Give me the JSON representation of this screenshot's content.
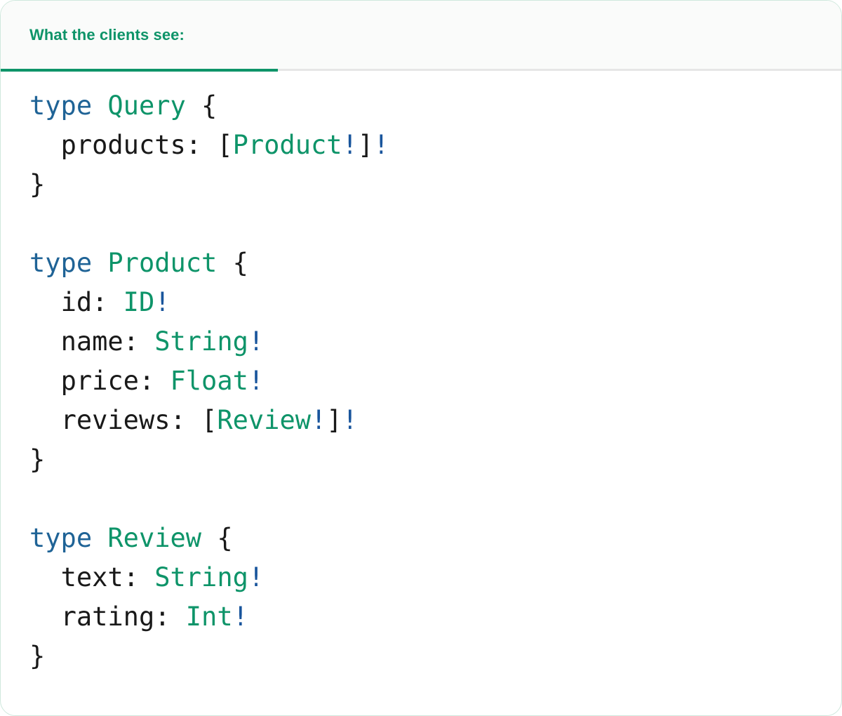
{
  "card": {
    "accent_color": "#0e9469",
    "border_color": "#cfe8dd",
    "background": "#ffffff"
  },
  "header": {
    "title": "What the clients see:",
    "background": "#fafbfa",
    "title_color": "#0e9469",
    "indicator_color": "#0e9469",
    "rule_color": "#e6e6e6"
  },
  "code": {
    "language": "graphql",
    "font": "monospace",
    "colors": {
      "keyword": "#1f6396",
      "type_name": "#0e9469",
      "field_name": "#191919",
      "punctuation": "#191919",
      "non_null_bang": "#19559c"
    },
    "raw_text": "type Query {\n  products: [Product!]!\n}\n\ntype Product {\n  id: ID!\n  name: String!\n  price: Float!\n  reviews: [Review!]!\n}\n\ntype Review {\n  text: String!\n  rating: Int!\n}",
    "lines": [
      {
        "id": "l1",
        "tokens": [
          {
            "t": "type",
            "c": "kw"
          },
          {
            "t": " ",
            "c": "punc"
          },
          {
            "t": "Query",
            "c": "type"
          },
          {
            "t": " {",
            "c": "punc"
          }
        ]
      },
      {
        "id": "l2",
        "tokens": [
          {
            "t": "  ",
            "c": "punc"
          },
          {
            "t": "products:",
            "c": "field"
          },
          {
            "t": " [",
            "c": "punc"
          },
          {
            "t": "Product",
            "c": "type"
          },
          {
            "t": "!",
            "c": "bang"
          },
          {
            "t": "]",
            "c": "punc"
          },
          {
            "t": "!",
            "c": "bang"
          }
        ]
      },
      {
        "id": "l3",
        "tokens": [
          {
            "t": "}",
            "c": "punc"
          }
        ]
      },
      {
        "id": "l4",
        "tokens": []
      },
      {
        "id": "l5",
        "tokens": [
          {
            "t": "type",
            "c": "kw"
          },
          {
            "t": " ",
            "c": "punc"
          },
          {
            "t": "Product",
            "c": "type"
          },
          {
            "t": " {",
            "c": "punc"
          }
        ]
      },
      {
        "id": "l6",
        "tokens": [
          {
            "t": "  ",
            "c": "punc"
          },
          {
            "t": "id:",
            "c": "field"
          },
          {
            "t": " ",
            "c": "punc"
          },
          {
            "t": "ID",
            "c": "type"
          },
          {
            "t": "!",
            "c": "bang"
          }
        ]
      },
      {
        "id": "l7",
        "tokens": [
          {
            "t": "  ",
            "c": "punc"
          },
          {
            "t": "name:",
            "c": "field"
          },
          {
            "t": " ",
            "c": "punc"
          },
          {
            "t": "String",
            "c": "type"
          },
          {
            "t": "!",
            "c": "bang"
          }
        ]
      },
      {
        "id": "l8",
        "tokens": [
          {
            "t": "  ",
            "c": "punc"
          },
          {
            "t": "price:",
            "c": "field"
          },
          {
            "t": " ",
            "c": "punc"
          },
          {
            "t": "Float",
            "c": "type"
          },
          {
            "t": "!",
            "c": "bang"
          }
        ]
      },
      {
        "id": "l9",
        "tokens": [
          {
            "t": "  ",
            "c": "punc"
          },
          {
            "t": "reviews:",
            "c": "field"
          },
          {
            "t": " [",
            "c": "punc"
          },
          {
            "t": "Review",
            "c": "type"
          },
          {
            "t": "!",
            "c": "bang"
          },
          {
            "t": "]",
            "c": "punc"
          },
          {
            "t": "!",
            "c": "bang"
          }
        ]
      },
      {
        "id": "l10",
        "tokens": [
          {
            "t": "}",
            "c": "punc"
          }
        ]
      },
      {
        "id": "l11",
        "tokens": []
      },
      {
        "id": "l12",
        "tokens": [
          {
            "t": "type",
            "c": "kw"
          },
          {
            "t": " ",
            "c": "punc"
          },
          {
            "t": "Review",
            "c": "type"
          },
          {
            "t": " {",
            "c": "punc"
          }
        ]
      },
      {
        "id": "l13",
        "tokens": [
          {
            "t": "  ",
            "c": "punc"
          },
          {
            "t": "text:",
            "c": "field"
          },
          {
            "t": " ",
            "c": "punc"
          },
          {
            "t": "String",
            "c": "type"
          },
          {
            "t": "!",
            "c": "bang"
          }
        ]
      },
      {
        "id": "l14",
        "tokens": [
          {
            "t": "  ",
            "c": "punc"
          },
          {
            "t": "rating:",
            "c": "field"
          },
          {
            "t": " ",
            "c": "punc"
          },
          {
            "t": "Int",
            "c": "type"
          },
          {
            "t": "!",
            "c": "bang"
          }
        ]
      },
      {
        "id": "l15",
        "tokens": [
          {
            "t": "}",
            "c": "punc"
          }
        ]
      }
    ]
  }
}
